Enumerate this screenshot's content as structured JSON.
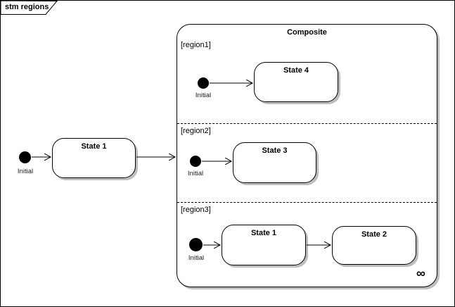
{
  "frame": {
    "title": "stm regions"
  },
  "composite": {
    "title": "Composite",
    "infinity_symbol": "∞",
    "regions": [
      {
        "label": "[region1]"
      },
      {
        "label": "[region2]"
      },
      {
        "label": "[region3]"
      }
    ]
  },
  "nodes": {
    "outer_initial": "Initial",
    "outer_state": "State 1",
    "r1_initial": "Initial",
    "r1_state": "State 4",
    "r2_initial": "Initial",
    "r2_state": "State 3",
    "r3_initial": "Initial",
    "r3_state1": "State 1",
    "r3_state2": "State 2"
  },
  "colors": {
    "line": "#000000",
    "fill": "#ffffff",
    "shadow": "#bdbdbd"
  }
}
